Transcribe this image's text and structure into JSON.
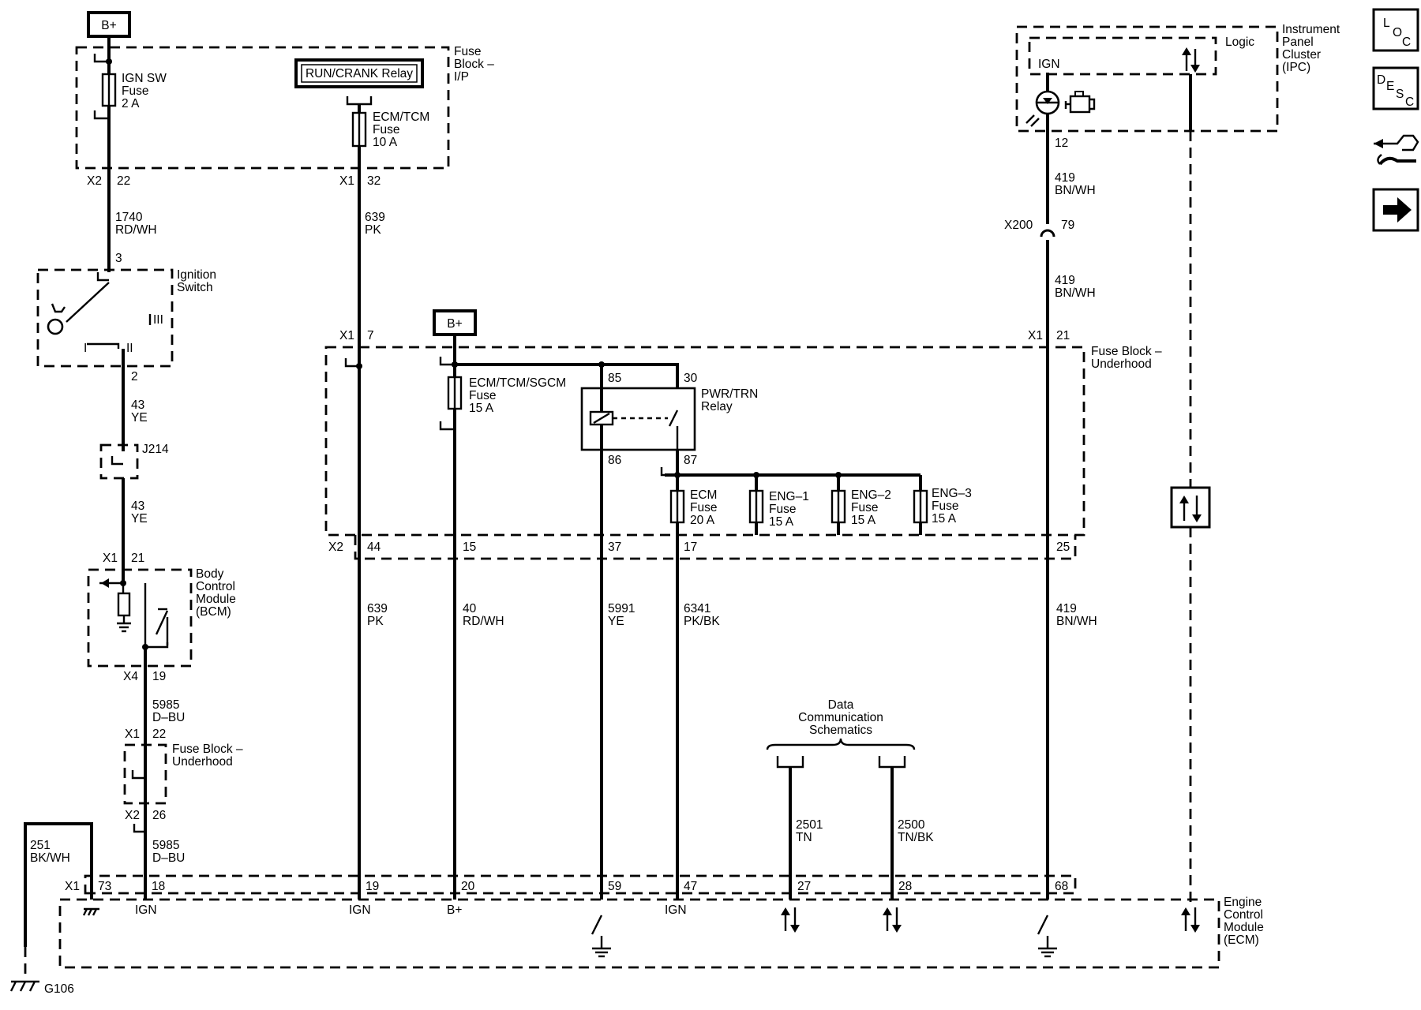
{
  "labels": {
    "bplus_top": "B+",
    "bplus_mid": "B+",
    "fb_ip_1": "Fuse",
    "fb_ip_2": "Block –",
    "fb_ip_3": "I/P",
    "ign_sw_fuse_1": "IGN SW",
    "ign_sw_fuse_2": "Fuse",
    "ign_sw_fuse_3": "2 A",
    "run_crank_relay": "RUN/CRANK Relay",
    "ecm_tcm_fuse_1": "ECM/TCM",
    "ecm_tcm_fuse_2": "Fuse",
    "ecm_tcm_fuse_3": "10 A",
    "ipc_logic": "Logic",
    "ipc_1": "Instrument",
    "ipc_2": "Panel",
    "ipc_3": "Cluster",
    "ipc_4": "(IPC)",
    "ipc_ign": "IGN",
    "ignition_switch_1": "Ignition",
    "ignition_switch_2": "Switch",
    "ign_pos_I": "I",
    "ign_pos_II": "II",
    "ign_pos_III": "III",
    "j214": "J214",
    "bcm_1": "Body",
    "bcm_2": "Control",
    "bcm_3": "Module",
    "bcm_4": "(BCM)",
    "fb_uh_small_1": "Fuse Block –",
    "fb_uh_small_2": "Underhood",
    "fb_uh_1": "Fuse Block –",
    "fb_uh_2": "Underhood",
    "ecm_tcm_sgcm_1": "ECM/TCM/SGCM",
    "ecm_tcm_sgcm_2": "Fuse",
    "ecm_tcm_sgcm_3": "15 A",
    "pwr_trn_1": "PWR/TRN",
    "pwr_trn_2": "Relay",
    "ecm_fuse_1": "ECM",
    "ecm_fuse_2": "Fuse",
    "ecm_fuse_3": "20 A",
    "eng1_1": "ENG–1",
    "eng1_2": "Fuse",
    "eng1_3": "15 A",
    "eng2_1": "ENG–2",
    "eng2_2": "Fuse",
    "eng2_3": "15 A",
    "eng3_1": "ENG–3",
    "eng3_2": "Fuse",
    "eng3_3": "15 A",
    "data_comm_1": "Data",
    "data_comm_2": "Communication",
    "data_comm_3": "Schematics",
    "ecm_1": "Engine",
    "ecm_2": "Control",
    "ecm_3": "Module",
    "ecm_4": "(ECM)",
    "g106": "G106",
    "ecm_pin_ign_1": "IGN",
    "ecm_pin_ign_2": "IGN",
    "ecm_pin_bplus": "B+",
    "ecm_pin_ign_3": "IGN"
  },
  "connectors": {
    "x2_22": "X2",
    "x2_22_pin": "22",
    "x1_32": "X1",
    "x1_32_pin": "32",
    "ign_3": "3",
    "ign_2": "2",
    "x1_7": "X1",
    "x1_7_pin": "7",
    "x1_21_uh": "X1",
    "x1_21_uh_pin": "21",
    "ipc_12": "12",
    "x200": "X200",
    "x200_pin": "79",
    "x1_21_bcm": "X1",
    "x1_21_bcm_pin": "21",
    "x4_19": "X4",
    "x4_19_pin": "19",
    "x1_22": "X1",
    "x1_22_pin": "22",
    "x2_26": "X2",
    "x2_26_pin": "26",
    "x2_uh": "X2",
    "uh_44": "44",
    "uh_15": "15",
    "uh_37": "37",
    "uh_17": "17",
    "uh_25": "25",
    "relay_85": "85",
    "relay_30": "30",
    "relay_86": "86",
    "relay_87": "87",
    "ecm_x1": "X1",
    "ecm_73": "73",
    "ecm_18": "18",
    "ecm_19": "19",
    "ecm_20": "20",
    "ecm_59": "59",
    "ecm_47": "47",
    "ecm_27": "27",
    "ecm_28": "28",
    "ecm_68": "68"
  },
  "wires": {
    "w1740_n": "1740",
    "w1740_c": "RD/WH",
    "w639a_n": "639",
    "w639a_c": "PK",
    "w419a_n": "419",
    "w419a_c": "BN/WH",
    "w419b_n": "419",
    "w419b_c": "BN/WH",
    "w43a_n": "43",
    "w43a_c": "YE",
    "w43b_n": "43",
    "w43b_c": "YE",
    "w5985a_n": "5985",
    "w5985a_c": "D–BU",
    "w5985b_n": "5985",
    "w5985b_c": "D–BU",
    "w251_n": "251",
    "w251_c": "BK/WH",
    "w639b_n": "639",
    "w639b_c": "PK",
    "w40_n": "40",
    "w40_c": "RD/WH",
    "w5991_n": "5991",
    "w5991_c": "YE",
    "w6341_n": "6341",
    "w6341_c": "PK/BK",
    "w419c_n": "419",
    "w419c_c": "BN/WH",
    "w2501_n": "2501",
    "w2501_c": "TN",
    "w2500_n": "2500",
    "w2500_c": "TN/BK"
  },
  "side_icons": [
    {
      "name": "loc-icon",
      "glyphs": [
        "L",
        "O",
        "C"
      ]
    },
    {
      "name": "desc-icon",
      "glyphs": [
        "D",
        "E",
        "S",
        "C"
      ]
    },
    {
      "name": "connector-end-view-icon"
    },
    {
      "name": "next-page-arrow-icon"
    }
  ]
}
